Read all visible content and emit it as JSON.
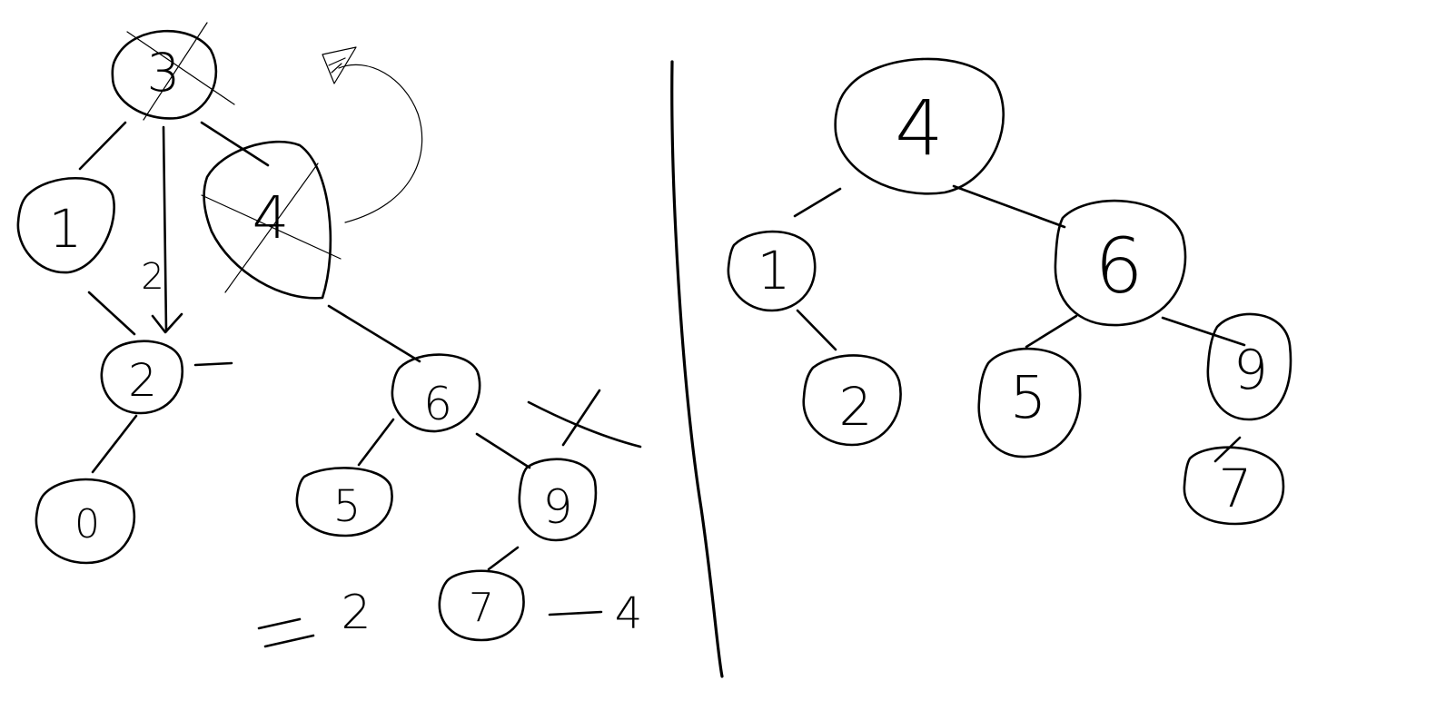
{
  "left_tree": {
    "nodes": [
      {
        "id": "n3",
        "label": "3",
        "crossed": true
      },
      {
        "id": "n1",
        "label": "1"
      },
      {
        "id": "n4",
        "label": "4",
        "crossed": true
      },
      {
        "id": "n2",
        "label": "2"
      },
      {
        "id": "n0",
        "label": "0"
      },
      {
        "id": "n6",
        "label": "6"
      },
      {
        "id": "n5",
        "label": "5"
      },
      {
        "id": "n9",
        "label": "9"
      },
      {
        "id": "n7",
        "label": "7"
      }
    ],
    "arrow_label": "2",
    "footer": {
      "eq_value": "2",
      "dash_value": "4"
    }
  },
  "right_tree": {
    "nodes": [
      {
        "id": "r4",
        "label": "4"
      },
      {
        "id": "r1",
        "label": "1"
      },
      {
        "id": "r6",
        "label": "6"
      },
      {
        "id": "r2",
        "label": "2"
      },
      {
        "id": "r5",
        "label": "5"
      },
      {
        "id": "r9",
        "label": "9"
      },
      {
        "id": "r7",
        "label": "7"
      }
    ]
  }
}
